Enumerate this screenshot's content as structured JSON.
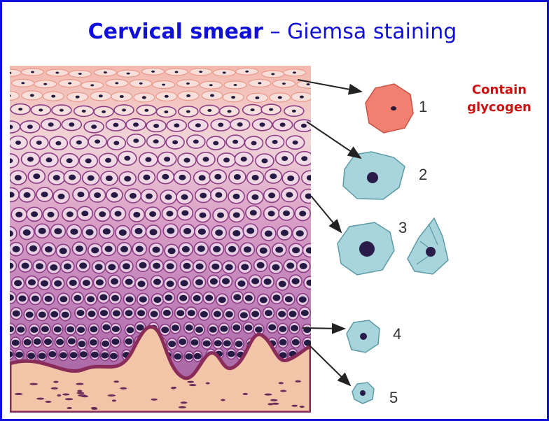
{
  "title": {
    "bold_part": "Cervical smear",
    "separator": " – ",
    "plain_part": "Giemsa staining"
  },
  "annotation": {
    "line1": "Contain",
    "line2": "glycogen",
    "color": "#cc1111"
  },
  "labels": [
    "1",
    "2",
    "3",
    "4",
    "5"
  ],
  "colors": {
    "border": "#1010d8",
    "title": "#1010d8",
    "superficial_cell": "#f08070",
    "other_cells": "#a8d4dc",
    "tissue_top": "#f3b3a8",
    "tissue_bottom": "#9a4a8c"
  }
}
